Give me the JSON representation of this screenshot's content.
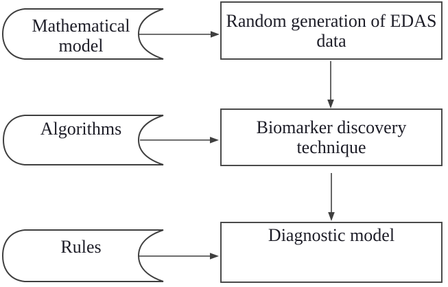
{
  "diagram": {
    "type": "flowchart",
    "nodes": {
      "inputs": [
        {
          "id": "mathematical-model",
          "shape": "stored-data",
          "label": "Mathematical\nmodel"
        },
        {
          "id": "algorithms",
          "shape": "stored-data",
          "label": "Algorithms"
        },
        {
          "id": "rules",
          "shape": "stored-data",
          "label": "Rules"
        }
      ],
      "processes": [
        {
          "id": "random-generation",
          "shape": "rectangle",
          "label": "Random generation of EDAS\ndata"
        },
        {
          "id": "biomarker-discovery",
          "shape": "rectangle",
          "label": "Biomarker discovery\ntechnique"
        },
        {
          "id": "diagnostic-model",
          "shape": "rectangle",
          "label": "Diagnostic model"
        }
      ]
    },
    "edges": [
      {
        "from": "mathematical-model",
        "to": "random-generation",
        "direction": "right"
      },
      {
        "from": "random-generation",
        "to": "biomarker-discovery",
        "direction": "down"
      },
      {
        "from": "algorithms",
        "to": "biomarker-discovery",
        "direction": "right"
      },
      {
        "from": "biomarker-discovery",
        "to": "diagnostic-model",
        "direction": "down"
      },
      {
        "from": "rules",
        "to": "diagnostic-model",
        "direction": "right"
      }
    ]
  },
  "colors": {
    "stroke": "#3f3f3f",
    "text": "#1d1d27",
    "background": "#ffffff"
  }
}
